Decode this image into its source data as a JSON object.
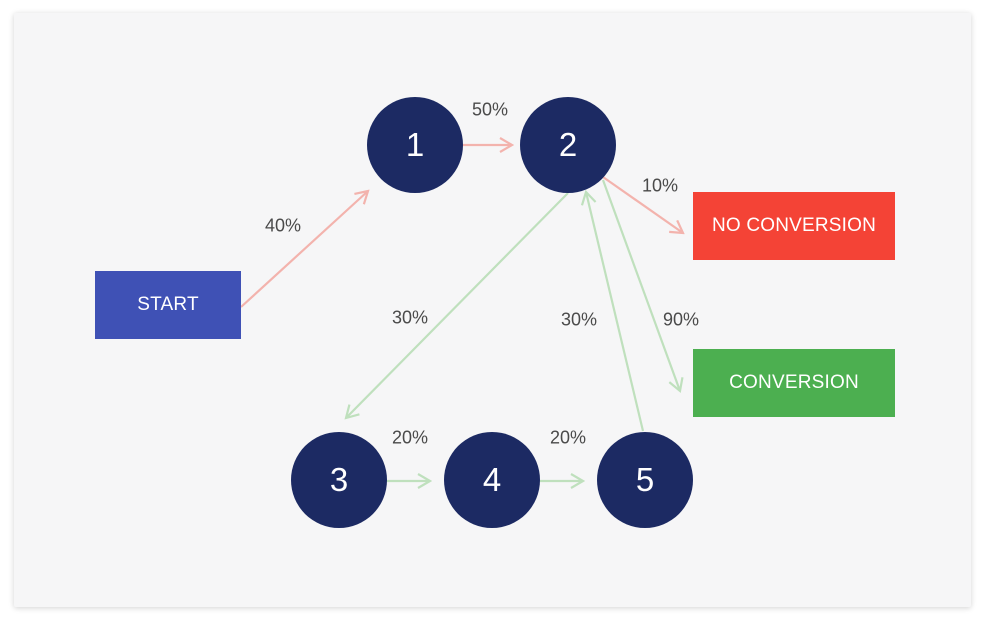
{
  "boxes": {
    "start": {
      "label": "START",
      "color": "#3f51b5"
    },
    "no_conversion": {
      "label": "NO CONVERSION",
      "color": "#f44336"
    },
    "conversion": {
      "label": "CONVERSION",
      "color": "#4caf50"
    }
  },
  "nodes": [
    "1",
    "2",
    "3",
    "4",
    "5"
  ],
  "edges": [
    {
      "from": "START",
      "to": "1",
      "label": "40%",
      "color": "#f3b3ad"
    },
    {
      "from": "1",
      "to": "2",
      "label": "50%",
      "color": "#f3b3ad"
    },
    {
      "from": "2",
      "to": "NO CONVERSION",
      "label": "10%",
      "color": "#f3b3ad"
    },
    {
      "from": "2",
      "to": "CONVERSION",
      "label": "90%",
      "color": "#bfe0bd"
    },
    {
      "from": "2",
      "to": "3",
      "label": "30%",
      "color": "#bfe0bd"
    },
    {
      "from": "5",
      "to": "2",
      "label": "30%",
      "color": "#bfe0bd"
    },
    {
      "from": "3",
      "to": "4",
      "label": "20%",
      "color": "#bfe0bd"
    },
    {
      "from": "4",
      "to": "5",
      "label": "20%",
      "color": "#bfe0bd"
    }
  ],
  "colors": {
    "node_fill": "#1c2a63",
    "edge_red": "#f3b3ad",
    "edge_green": "#bfe0bd",
    "background": "#f6f6f7"
  }
}
